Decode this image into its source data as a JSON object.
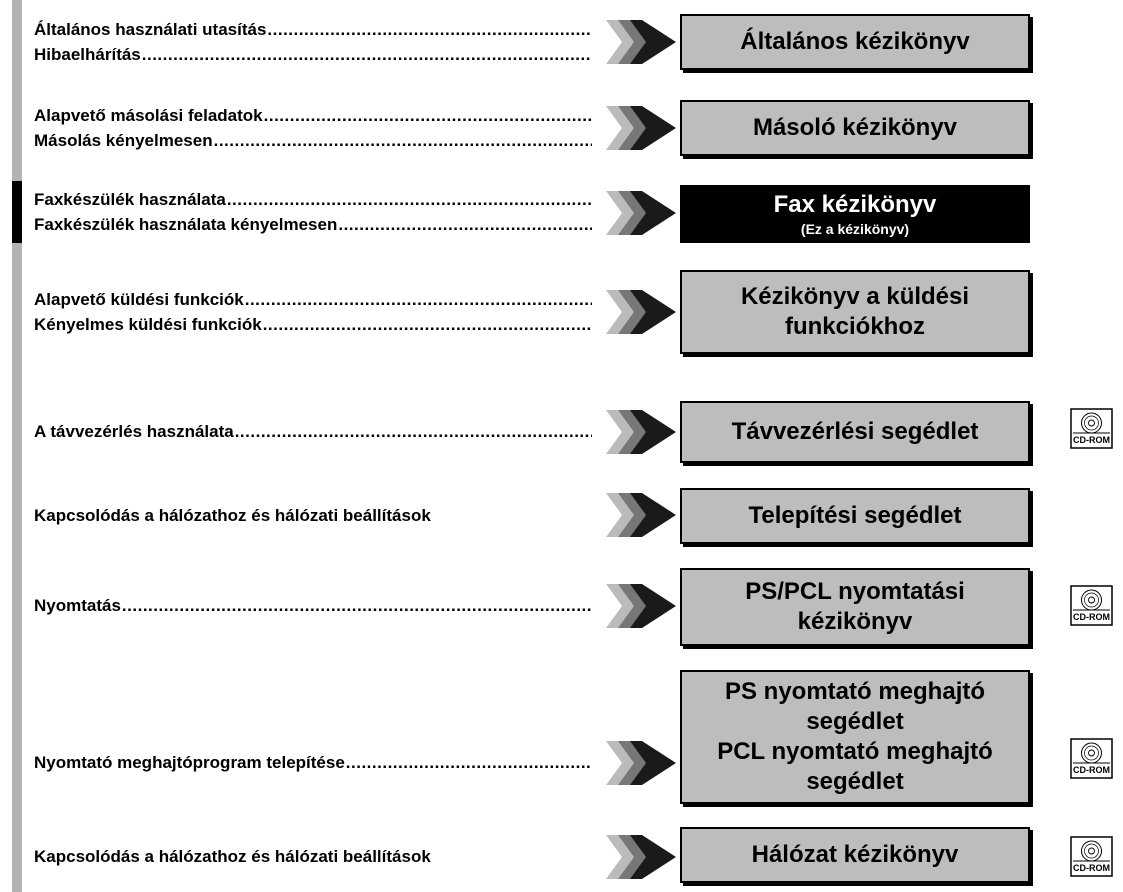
{
  "rows": [
    {
      "topics": [
        "Általános használati utasítás",
        "Hibaelhárítás"
      ],
      "manual": "Általános kézikönyv"
    },
    {
      "topics": [
        "Alapvető másolási feladatok",
        "Másolás kényelmesen"
      ],
      "manual": "Másoló kézikönyv"
    },
    {
      "topics": [
        "Faxkészülék használata",
        "Faxkészülék használata kényelmesen"
      ],
      "manual": "Fax kézikönyv",
      "manual_sub": "(Ez a kézikönyv)"
    },
    {
      "topics": [
        "Alapvető küldési funkciók",
        "Kényelmes küldési funkciók"
      ],
      "manual_lines": [
        "Kézikönyv a küldési",
        "funkciókhoz"
      ]
    },
    {
      "topics": [
        "A távvezérlés használata"
      ],
      "manual": "Távvezérlési segédlet",
      "cdrom": "CD-ROM"
    },
    {
      "topics": [
        "Kapcsolódás a hálózathoz és hálózati beállítások"
      ],
      "manual": "Telepítési segédlet"
    },
    {
      "topics": [
        "Nyomtatás"
      ],
      "manual_lines": [
        "PS/PCL nyomtatási",
        "kézikönyv"
      ],
      "cdrom": "CD-ROM"
    },
    {
      "topics": [
        "Nyomtató meghajtóprogram telepítése"
      ],
      "manual_lines": [
        "PS nyomtató meghajtó",
        "segédlet",
        "PCL nyomtató meghajtó",
        "segédlet"
      ],
      "cdrom": "CD-ROM"
    },
    {
      "topics": [
        "Kapcsolódás a hálózathoz és hálózati beállítások"
      ],
      "manual": "Hálózat kézikönyv",
      "cdrom": "CD-ROM"
    }
  ],
  "colors": {
    "sidebar": "#b3b3b3",
    "sidebar_current": "#000000",
    "manual_box": "#bdbdbd",
    "manual_box_current": "#000000",
    "arrow_dark": "#1a1a1a",
    "arrow_mid": "#777777",
    "arrow_light": "#bbbbbb"
  },
  "icons": [
    "triple-arrow-icon",
    "cd-rom-icon"
  ]
}
